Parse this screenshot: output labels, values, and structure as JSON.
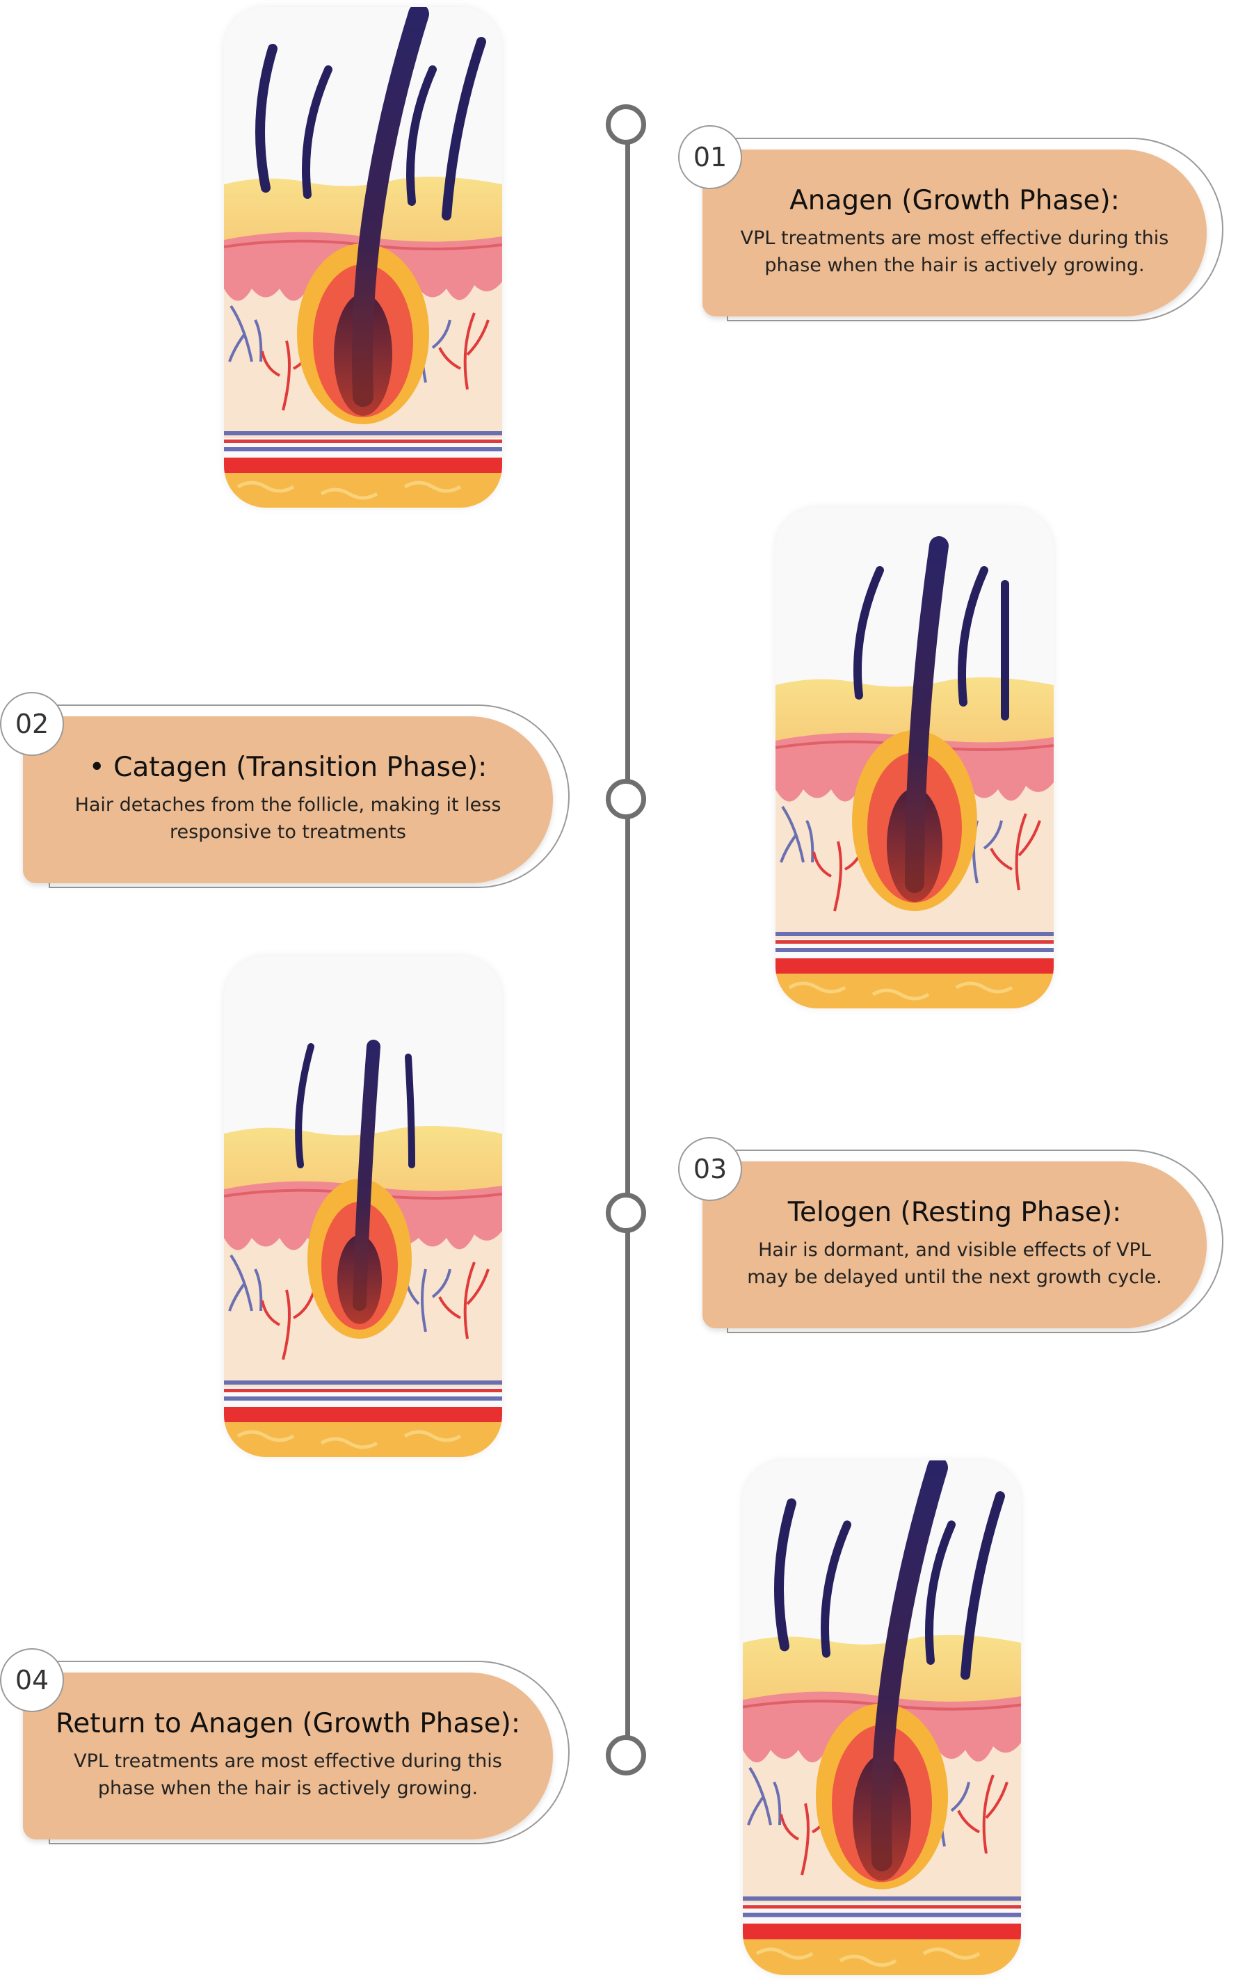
{
  "phases": [
    {
      "number": "01",
      "title": "Anagen (Growth Phase):",
      "description_line1": "VPL treatments are most effective during this",
      "description_line2": "phase when the hair is actively growing."
    },
    {
      "number": "02",
      "title": "• Catagen (Transition Phase):",
      "description_line1": "Hair detaches from the follicle, making it less",
      "description_line2": "responsive to treatments"
    },
    {
      "number": "03",
      "title": "Telogen (Resting Phase):",
      "description_line1": "Hair is dormant, and visible effects of VPL",
      "description_line2": "may be delayed until the next growth cycle."
    },
    {
      "number": "04",
      "title": "Return to Anagen (Growth Phase):",
      "description_line1": "VPL treatments are most effective during this",
      "description_line2": "phase when the hair is actively growing."
    }
  ],
  "colors": {
    "card_fill": "#ecbb91",
    "timeline": "#6f6f6f",
    "hair": "#26205e",
    "skin": "#f7d97e",
    "dermis": "#f08a92"
  }
}
